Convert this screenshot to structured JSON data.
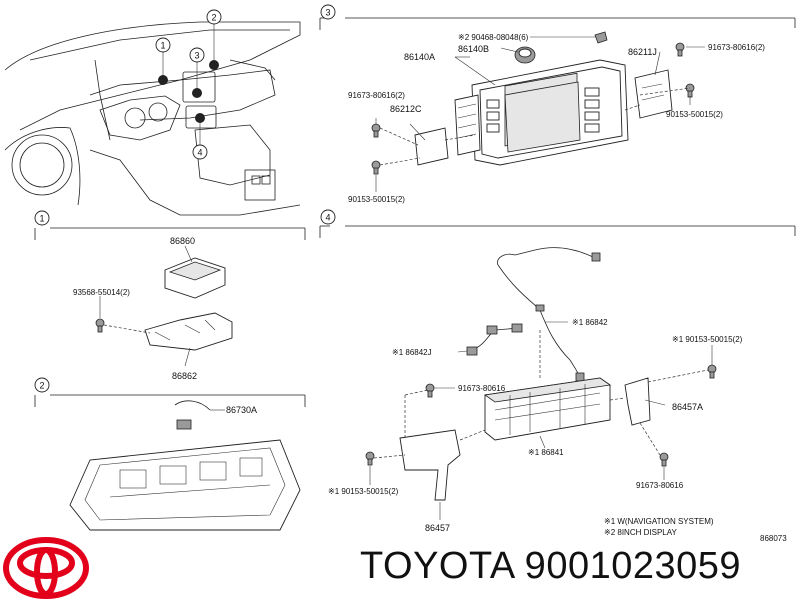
{
  "callouts": {
    "c1": "1",
    "c2": "2",
    "c3": "3",
    "c4": "4"
  },
  "overview": {
    "num1": "1",
    "num2": "2",
    "num3": "3",
    "num4": "4"
  },
  "section3": {
    "p_90468": "※2 90468-08048(6)",
    "p_86140B": "86140B",
    "p_86140A": "86140A",
    "p_86211J": "86211J",
    "p_91673_a": "91673-80616(2)",
    "p_91673_b": "91673-80616(2)",
    "p_86212C": "86212C",
    "p_90153_a": "90153-50015(2)",
    "p_90153_b": "90153-50015(2)"
  },
  "section1": {
    "p_86860": "86860",
    "p_93568": "93568-55014(2)",
    "p_86862": "86862"
  },
  "section2": {
    "p_86730A": "86730A"
  },
  "section4": {
    "p_86842": "※1 86842",
    "p_86842J": "※1 86842J",
    "p_90153_c": "※1 90153-50015(2)",
    "p_91673_c": "91673-80616",
    "p_86457A": "86457A",
    "p_86841": "※1 86841",
    "p_90153_d": "※1 90153-50015(2)",
    "p_91673_d": "91673-80616",
    "p_86457": "86457",
    "note1": "※1 W(NAVIGATION SYSTEM)",
    "note2": "※2 8INCH DISPLAY",
    "code": "868073"
  },
  "brand": {
    "text": "TOYOTA 9001023059"
  },
  "colors": {
    "logo": "#e3001b",
    "ink": "#111111"
  }
}
